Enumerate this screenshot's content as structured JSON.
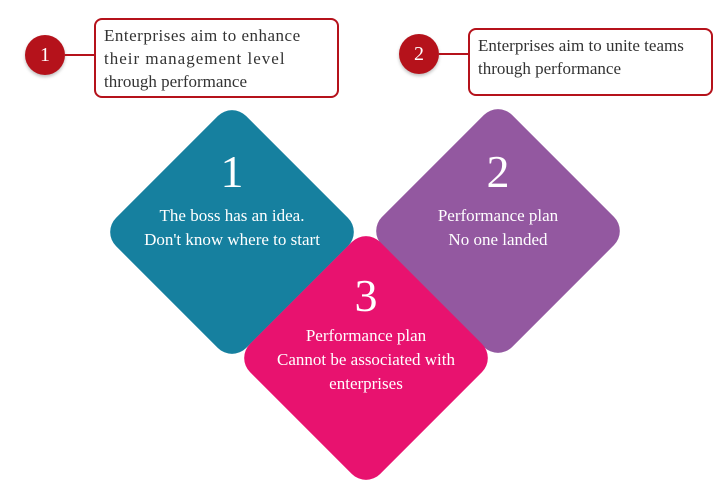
{
  "callouts": [
    {
      "number": "1",
      "text_lines": [
        "Enterprises aim to enhance",
        "their management level",
        "through performance"
      ]
    },
    {
      "number": "2",
      "text_lines": [
        "Enterprises aim to unite teams",
        "through performance"
      ]
    }
  ],
  "diamonds": [
    {
      "number": "1",
      "lines": [
        "The boss has an idea.",
        "Don't know where to start"
      ]
    },
    {
      "number": "2",
      "lines": [
        "Performance plan",
        "No one landed"
      ]
    },
    {
      "number": "3",
      "lines": [
        "Performance plan",
        "Cannot be associated with",
        "enterprises"
      ]
    }
  ],
  "colors": {
    "accent_red": "#b5121b",
    "diamond_teal": "#16809f",
    "diamond_purple": "#9358a0",
    "diamond_pink": "#e8126f"
  }
}
